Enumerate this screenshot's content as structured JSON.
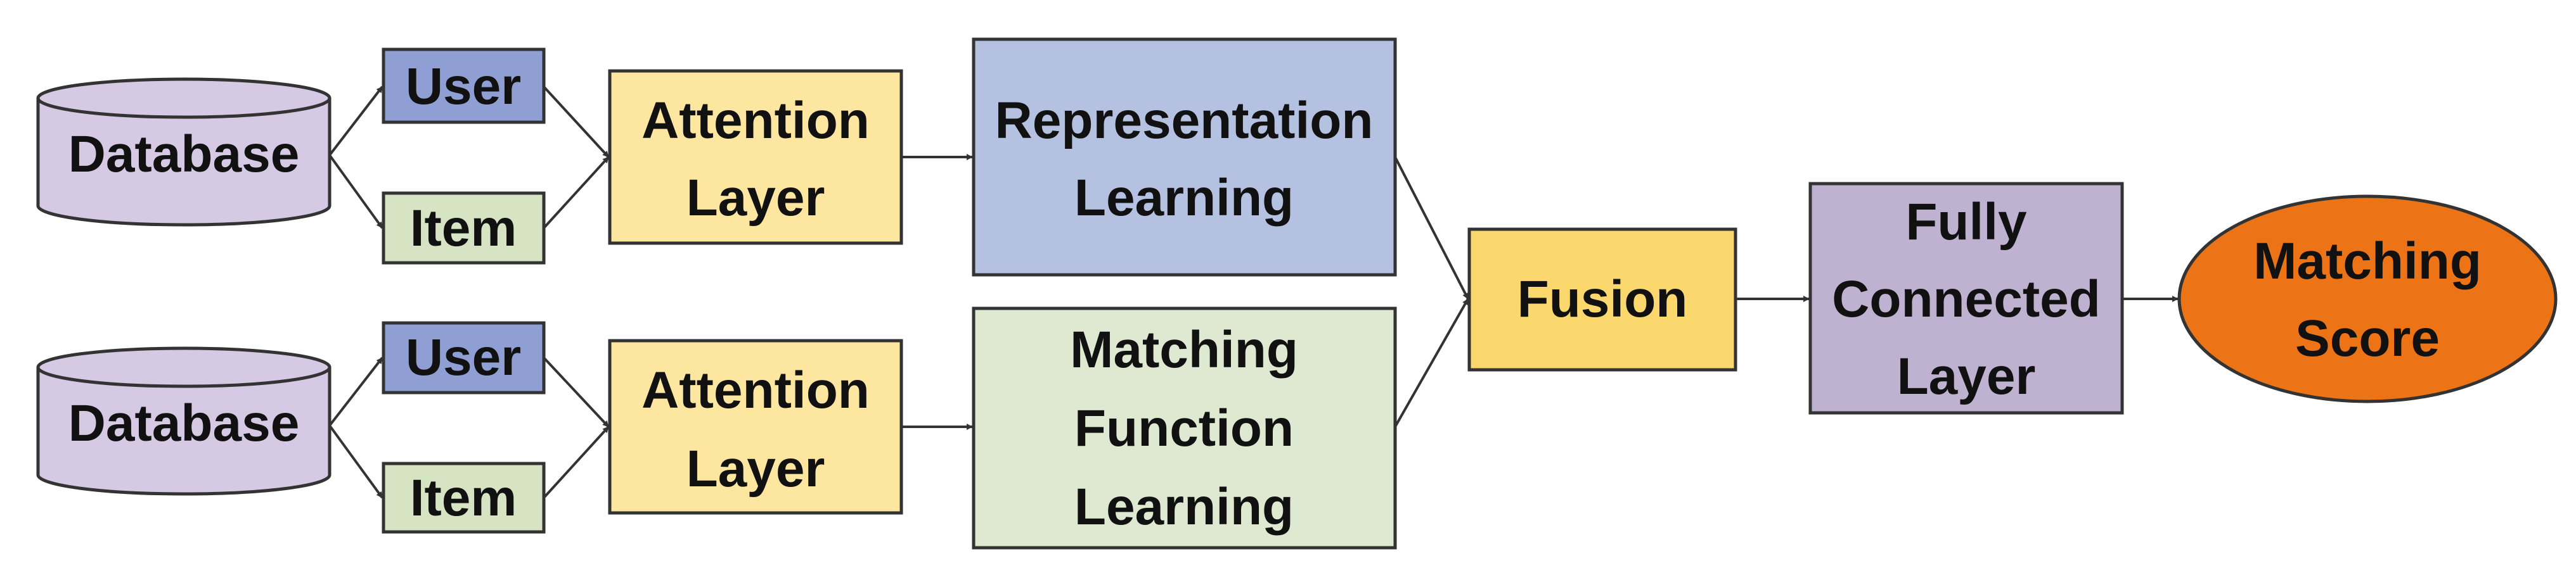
{
  "diagram": {
    "colors": {
      "database": "#d5c9e3",
      "user": "#8f9fd3",
      "item": "#d6e4c4",
      "attention": "#fde6a0",
      "representation": "#b5c1e0",
      "matching_function": "#dfe8d0",
      "fusion": "#fbd86e",
      "fully_connected": "#bfb1d0",
      "matching_score": "#ec7417",
      "stroke": "#333333"
    },
    "top": {
      "database": "Database",
      "user": "User",
      "item": "Item",
      "attention": [
        "Attention",
        "Layer"
      ],
      "representation": [
        "Representation",
        "Learning"
      ]
    },
    "bottom": {
      "database": "Database",
      "user": "User",
      "item": "Item",
      "attention": [
        "Attention",
        "Layer"
      ],
      "matching_function": [
        "Matching",
        "Function",
        "Learning"
      ]
    },
    "fusion": "Fusion",
    "fully_connected": [
      "Fully",
      "Connected",
      "Layer"
    ],
    "matching_score": [
      "Matching",
      "Score"
    ]
  }
}
